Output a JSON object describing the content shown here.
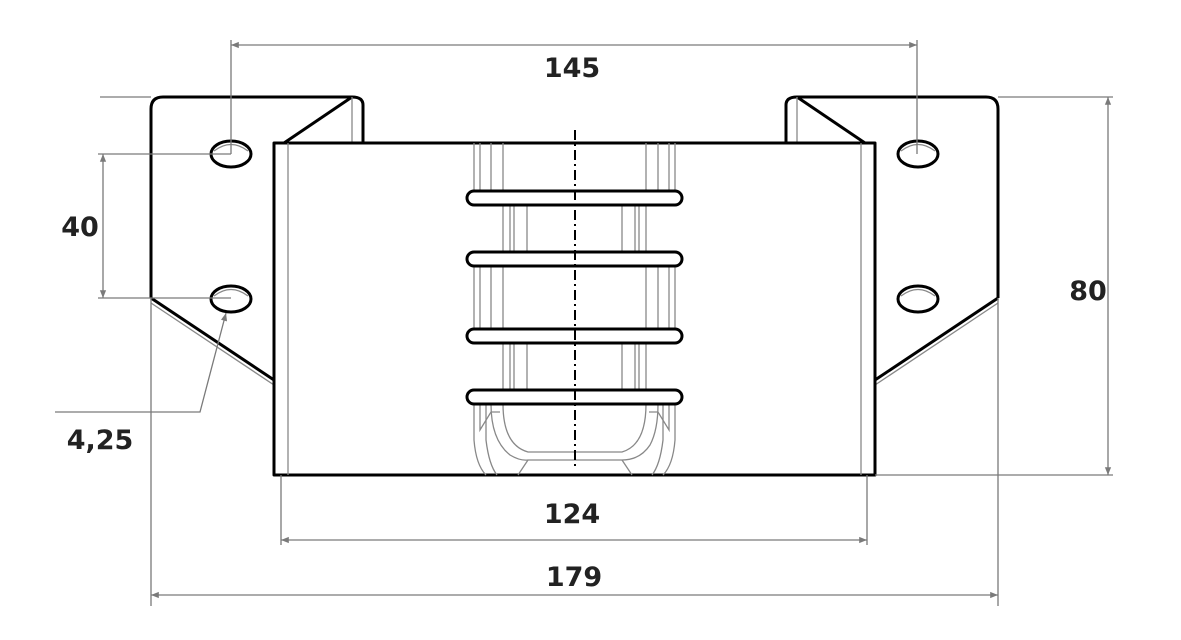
{
  "dimensions": {
    "hole_spacing_horizontal": "145",
    "hole_spacing_vertical": "40",
    "hole_diameter": "4,25",
    "height": "80",
    "inner_width": "124",
    "overall_width": "179"
  }
}
